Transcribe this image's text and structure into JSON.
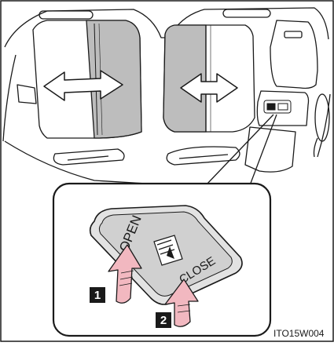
{
  "labels": {
    "open": "OPEN",
    "close": "CLOSE",
    "step1": "1",
    "step2": "2",
    "code": "ITO15W004"
  },
  "icons": [
    "double-arrow-icon",
    "sunshade-switch-icon",
    "push-arrow-icon"
  ],
  "colors": {
    "shade_gray": "#bdbdbd",
    "button_gray": "#d6d6d6",
    "arrow_pink": "#f2b8c0",
    "line": "#1a1a1a"
  }
}
